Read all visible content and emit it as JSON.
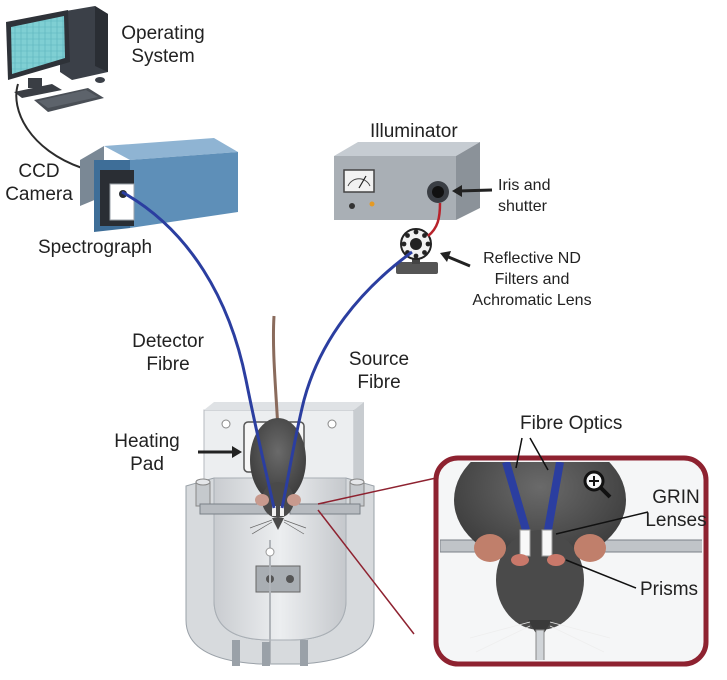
{
  "labels": {
    "operating_system": [
      "Operating",
      "System"
    ],
    "ccd_camera": [
      "CCD",
      "Camera"
    ],
    "spectrograph": "Spectrograph",
    "illuminator": "Illuminator",
    "iris_shutter": [
      "Iris and",
      "shutter"
    ],
    "nd_filters": [
      "Reflective ND",
      "Filters and",
      "Achromatic Lens"
    ],
    "detector_fibre": [
      "Detector",
      "Fibre"
    ],
    "source_fibre": [
      "Source",
      "Fibre"
    ],
    "heating_pad": [
      "Heating",
      "Pad"
    ],
    "fibre_optics": "Fibre Optics",
    "grin_lenses": [
      "GRIN",
      "Lenses"
    ],
    "prisms": "Prisms"
  },
  "colors": {
    "fibre_blue": "#2b3ea0",
    "source_red": "#b8232b",
    "callout_border": "#8e2230",
    "device_blue": "#5e8fb8",
    "device_gray": "#9aa1a8",
    "mouse_gray": "#4a4a4a"
  },
  "icons": {
    "zoom": "magnifier-plus-icon"
  }
}
